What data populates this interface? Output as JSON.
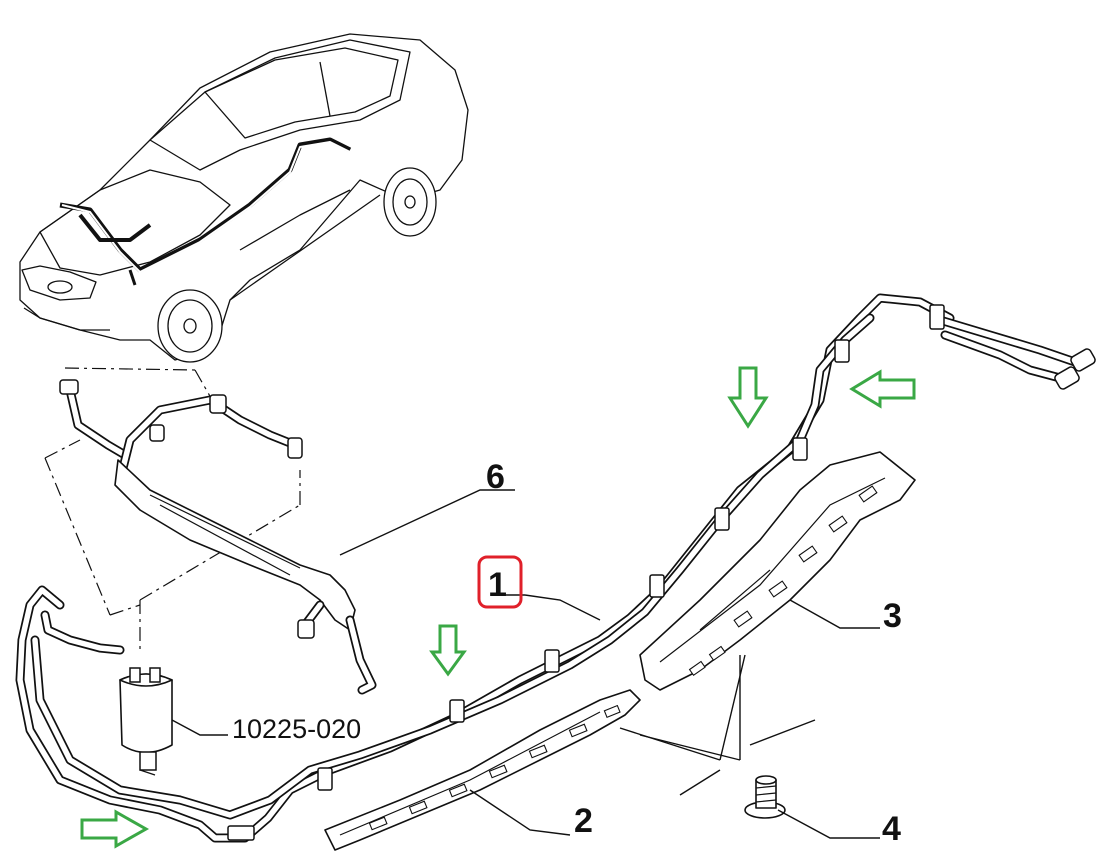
{
  "callouts": [
    {
      "id": "1",
      "text": "1",
      "highlighted": true
    },
    {
      "id": "2",
      "text": "2"
    },
    {
      "id": "3",
      "text": "3"
    },
    {
      "id": "4",
      "text": "4"
    },
    {
      "id": "6",
      "text": "6"
    },
    {
      "id": "ref",
      "text": "10225-020"
    }
  ],
  "colors": {
    "line": "#111111",
    "highlight_box": "#e0202a",
    "arrow_outline": "#3aa845"
  },
  "arrows": [
    {
      "name": "down",
      "direction": "down"
    },
    {
      "name": "down",
      "direction": "down"
    },
    {
      "name": "left",
      "direction": "left"
    },
    {
      "name": "right",
      "direction": "right"
    }
  ]
}
